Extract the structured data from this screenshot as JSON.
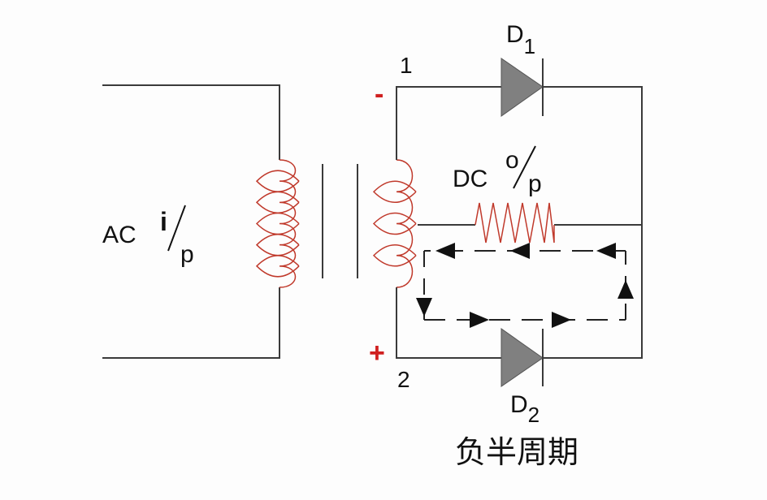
{
  "title": "负半周期",
  "primary": {
    "label": "AC",
    "io_numerator": "i",
    "io_denominator": "p"
  },
  "secondary": {
    "terminal_top": "1",
    "terminal_bottom": "2",
    "polarity_top": "-",
    "polarity_bottom": "+"
  },
  "load": {
    "label": "DC",
    "io_numerator": "o",
    "io_denominator": "p"
  },
  "diodes": [
    {
      "name": "D",
      "subscript": "1"
    },
    {
      "name": "D",
      "subscript": "2"
    }
  ],
  "colors": {
    "wire": "#3a3a3a",
    "coil": "#c0392b",
    "diode_fill": "#808080",
    "polarity": "#d02020",
    "current_path": "#111111"
  },
  "current_path": {
    "direction": "counter-clockwise through D2 and load",
    "conducting_diode": "D2"
  }
}
